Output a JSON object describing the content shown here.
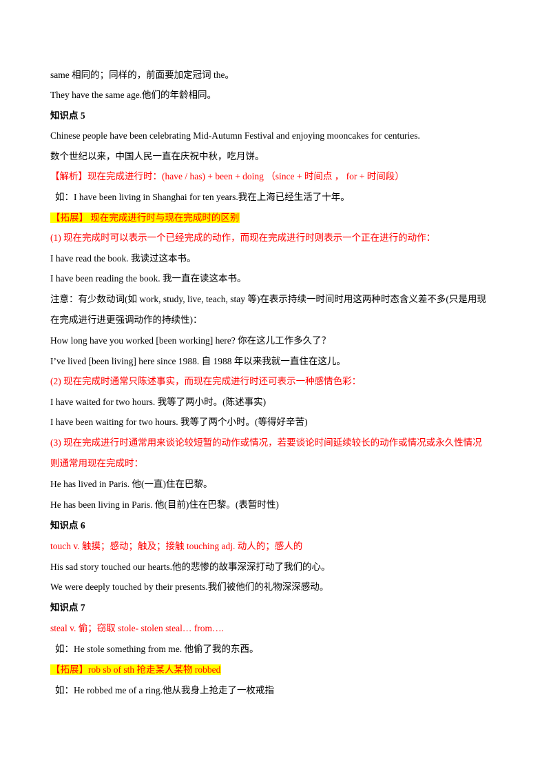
{
  "lines": [
    "same 相同的；同样的，前面要加定冠词 the。",
    "They have the same age.他们的年龄相同。",
    "知识点 5",
    "Chinese people have been celebrating Mid-Autumn Festival and enjoying mooncakes for centuries.",
    "数个世纪以来，中国人民一直在庆祝中秋，吃月饼。",
    "【解析】现在完成进行时：(have / has) + been + doing （since + 时间点 ， for + 时间段）",
    "如：I have been living in Shanghai for ten years.我在上海已经生活了十年。",
    "【拓展】 现在完成进行时与现在完成时的区别",
    "(1) 现在完成时可以表示一个已经完成的动作，而现在完成进行时则表示一个正在进行的动作：",
    "I have read the book. 我读过这本书。",
    "I have been reading the book. 我一直在读这本书。",
    "注意：有少数动词(如 work, study, live, teach, stay 等)在表示持续一时间时用这两种时态含义差不多(只是用现",
    "在完成进行进更强调动作的持续性)：",
    "How long have you worked [been working] here? 你在这儿工作多久了？",
    "I’ve lived [been living] here since 1988. 自 1988 年以来我就一直住在这儿。",
    "(2) 现在完成时通常只陈述事实，而现在完成进行时还可表示一种感情色彩：",
    "I have waited for two hours. 我等了两小时。(陈述事实)",
    "I have been waiting for two hours. 我等了两个小时。(等得好辛苦)",
    "(3) 现在完成进行时通常用来谈论较短暂的动作或情况，若要谈论时间延续较长的动作或情况或永久性情况",
    "则通常用现在完成时：",
    "He has lived in Paris. 他(一直)住在巴黎。",
    "He has been living in Paris. 他(目前)住在巴黎。(表暂时性)",
    "知识点 6",
    "touch v. 触摸；感动；触及；接触 touching adj. 动人的；感人的",
    "His sad story touched our hearts.他的悲惨的故事深深打动了我们的心。",
    "We were deeply touched by their presents.我们被他们的礼物深深感动。",
    "知识点 7",
    "steal v. 偷；窃取 stole- stolen steal… from….",
    "如：He stole something from me. 他偷了我的东西。",
    "【拓展】rob sb of sth 抢走某人某物 robbed",
    "如：He robbed me of a ring.他从我身上抢走了一枚戒指"
  ],
  "colors": {
    "red": "#ff0000",
    "highlight": "#ffff00",
    "text": "#000000"
  }
}
